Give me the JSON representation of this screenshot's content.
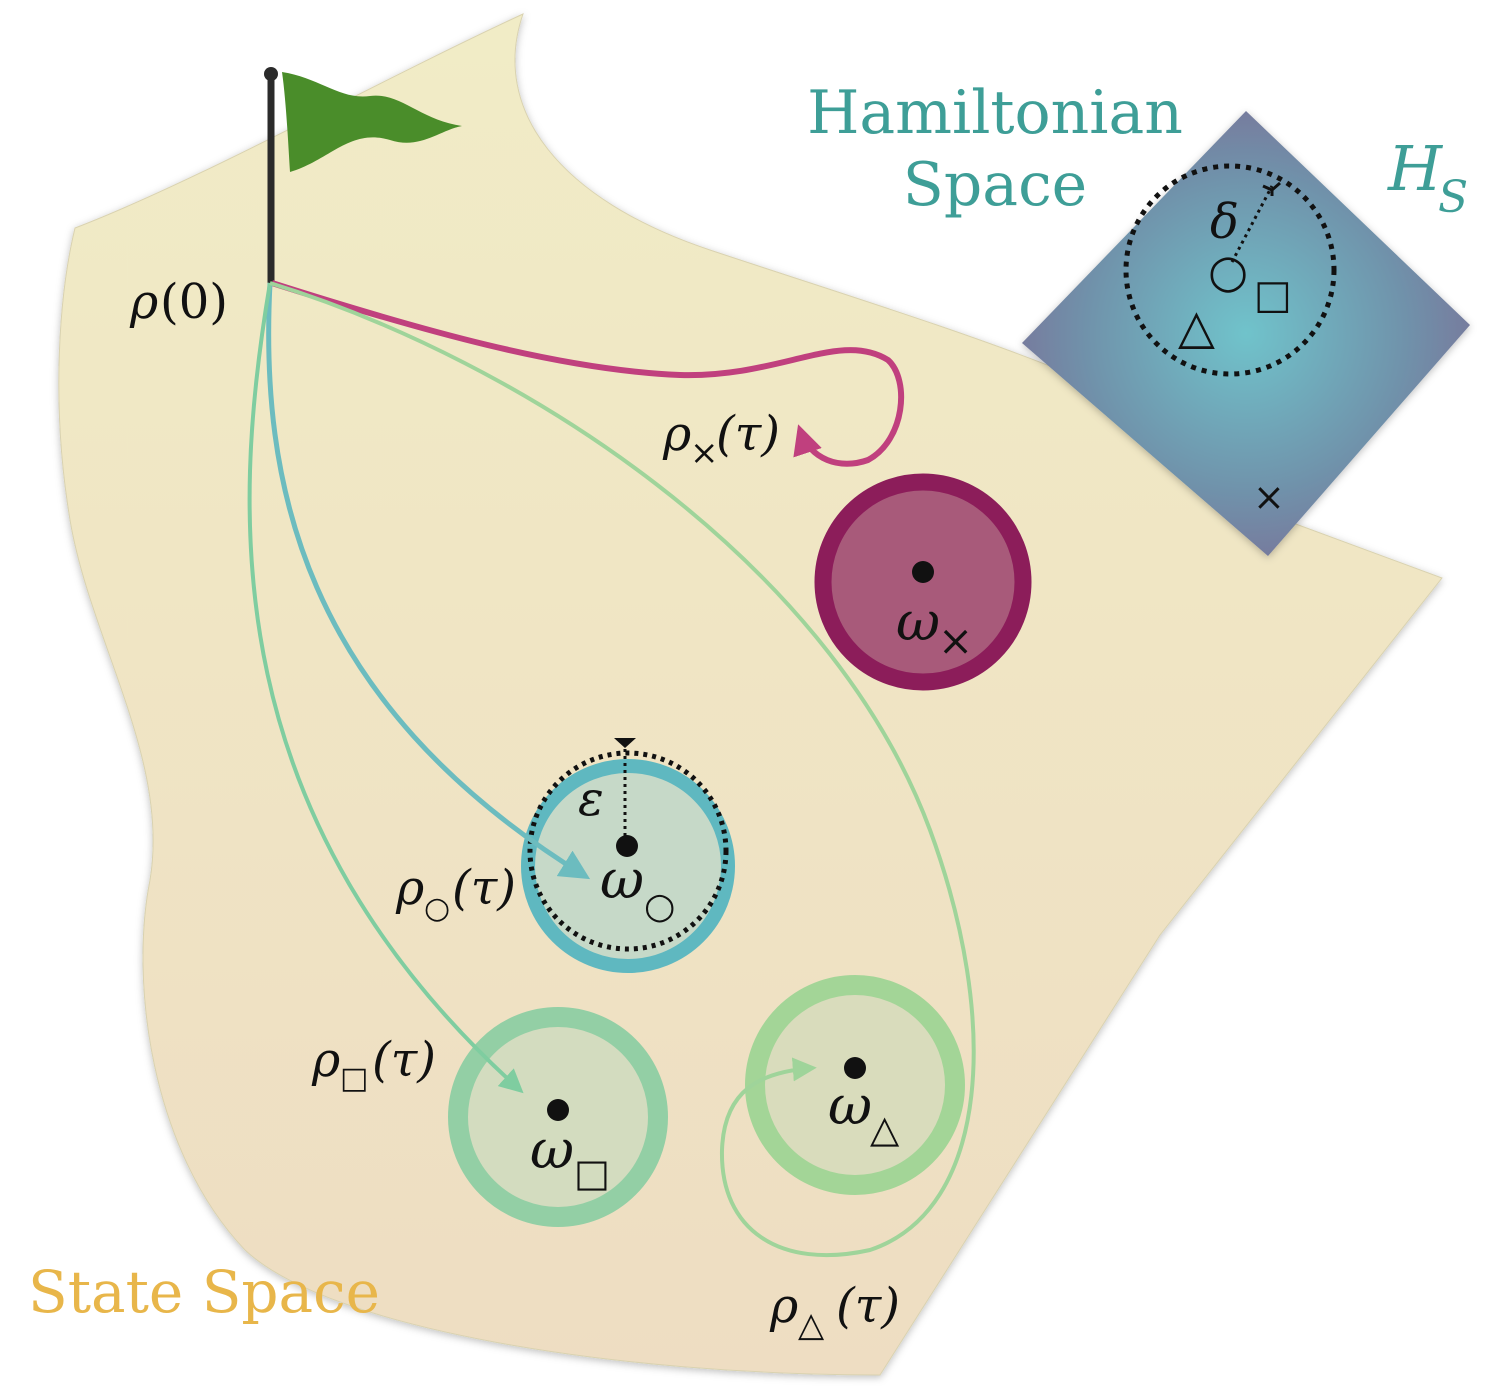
{
  "regions": {
    "state_space": {
      "label": "State Space",
      "color": "#e8b64a"
    },
    "hamiltonian_space": {
      "label_line1": "Hamiltonian",
      "label_line2": "Space",
      "color": "#3e9e97"
    }
  },
  "hamiltonian_symbol": {
    "base": "H",
    "sub": "S",
    "color": "#3e9e97"
  },
  "initial_state": {
    "rho": "ρ",
    "paren": "(0)"
  },
  "tolerances": {
    "delta": "δ",
    "epsilon": "ε"
  },
  "trajectories": [
    {
      "id": "x",
      "rho": "ρ",
      "sub": "×",
      "arg": "(τ)",
      "color": "#c0407e"
    },
    {
      "id": "circle",
      "rho": "ρ",
      "sub": "○",
      "arg": "(τ)",
      "color": "#6cbcbf"
    },
    {
      "id": "square",
      "rho": "ρ",
      "sub": "□",
      "arg": "(τ)",
      "color": "#7fcda0"
    },
    {
      "id": "triangle",
      "rho": "ρ",
      "sub": "△",
      "arg": "(τ)",
      "color": "#9fd49a"
    }
  ],
  "targets": [
    {
      "id": "x",
      "omega": "ω",
      "sub": "×",
      "ring": "#8c1d5a",
      "fill": "#a85a7a"
    },
    {
      "id": "circle",
      "omega": "ω",
      "sub": "○",
      "ring": "#5fb8c0",
      "fill": "#c6d9c8"
    },
    {
      "id": "square",
      "omega": "ω",
      "sub": "□",
      "ring": "#93cfa5",
      "fill": "#d3dcbf"
    },
    {
      "id": "triangle",
      "omega": "ω",
      "sub": "△",
      "ring": "#a3d597",
      "fill": "#d9dcbc"
    }
  ],
  "hamiltonian_markers": {
    "circle": "○",
    "square": "□",
    "triangle": "△",
    "cross": "×"
  }
}
